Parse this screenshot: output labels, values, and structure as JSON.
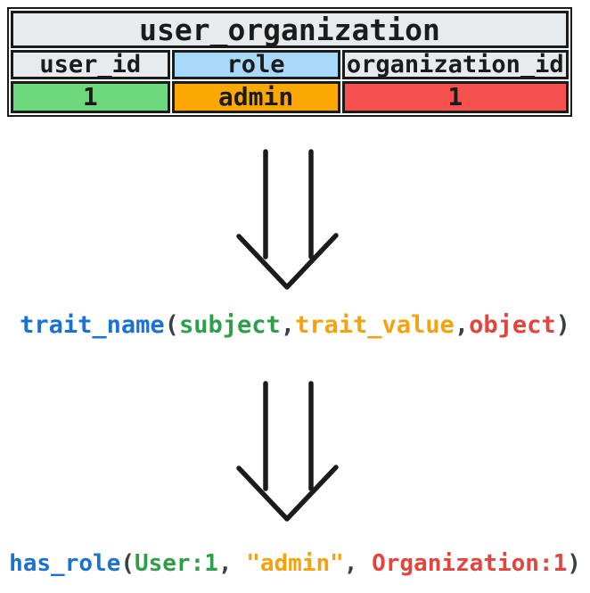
{
  "colors": {
    "ink": "#1b1b1b",
    "background": "#ffffff",
    "punctuation": "#3a3f44"
  },
  "table": {
    "title": "user_organization",
    "title_bg": "#e8ebee",
    "columns": [
      {
        "label": "user_id",
        "bg": "#e8ebee"
      },
      {
        "label": "role",
        "bg": "#a8d8fa"
      },
      {
        "label": "organization_id",
        "bg": "#e8ebee"
      }
    ],
    "row": [
      {
        "value": "1",
        "bg": "#6ed87c"
      },
      {
        "value": "admin",
        "bg": "#fba802"
      },
      {
        "value": "1",
        "bg": "#f5514e"
      }
    ]
  },
  "arrows": [
    {
      "name": "down-arrow",
      "style": "double-line-chevron-down"
    },
    {
      "name": "down-arrow",
      "style": "double-line-chevron-down"
    }
  ],
  "code": {
    "template": {
      "segments": [
        {
          "text": "trait_name",
          "color": "#1a72d2"
        },
        {
          "text": "(",
          "color": "#3a3f44"
        },
        {
          "text": "subject",
          "color": "#2e9e4a"
        },
        {
          "text": ",",
          "color": "#3a3f44"
        },
        {
          "text": "trait_value",
          "color": "#f4a20d"
        },
        {
          "text": ",",
          "color": "#3a3f44"
        },
        {
          "text": "object",
          "color": "#e2453e"
        },
        {
          "text": ")",
          "color": "#3a3f44"
        }
      ]
    },
    "fact": {
      "segments": [
        {
          "text": "has_role",
          "color": "#1a72d2"
        },
        {
          "text": "(",
          "color": "#3a3f44"
        },
        {
          "text": "User:1",
          "color": "#2e9e4a"
        },
        {
          "text": ", ",
          "color": "#3a3f44"
        },
        {
          "text": "\"admin\"",
          "color": "#f4a20d"
        },
        {
          "text": ", ",
          "color": "#3a3f44"
        },
        {
          "text": "Organization:1",
          "color": "#e2453e"
        },
        {
          "text": ")",
          "color": "#3a3f44"
        }
      ]
    }
  }
}
